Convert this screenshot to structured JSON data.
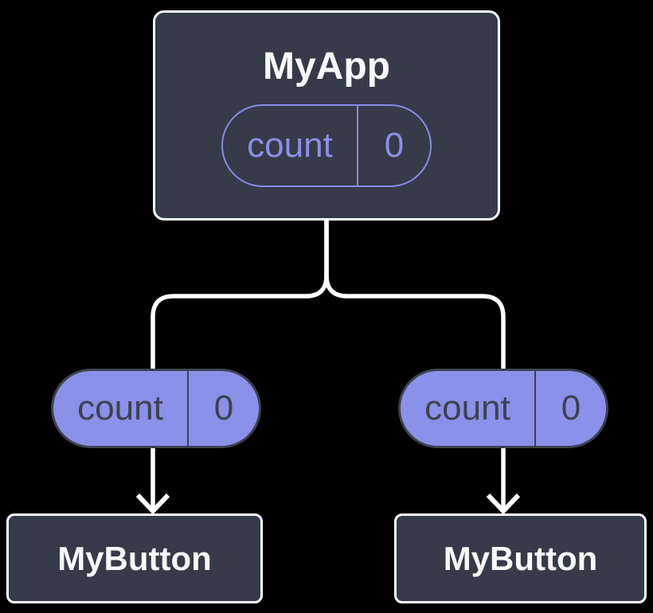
{
  "diagram": {
    "root": {
      "label": "MyApp",
      "state": {
        "name": "count",
        "value": "0"
      }
    },
    "passed_states": [
      {
        "name": "count",
        "value": "0"
      },
      {
        "name": "count",
        "value": "0"
      }
    ],
    "children": [
      {
        "label": "MyButton"
      },
      {
        "label": "MyButton"
      }
    ]
  },
  "colors": {
    "background": "#000000",
    "node_fill": "#353b48",
    "node_border": "#ffffff",
    "node_text": "#f7f8fa",
    "accent_purple": "#868be9",
    "pill_fill": "#8b90e9",
    "pill_dark": "#3b424e",
    "connector": "#ffffff"
  }
}
